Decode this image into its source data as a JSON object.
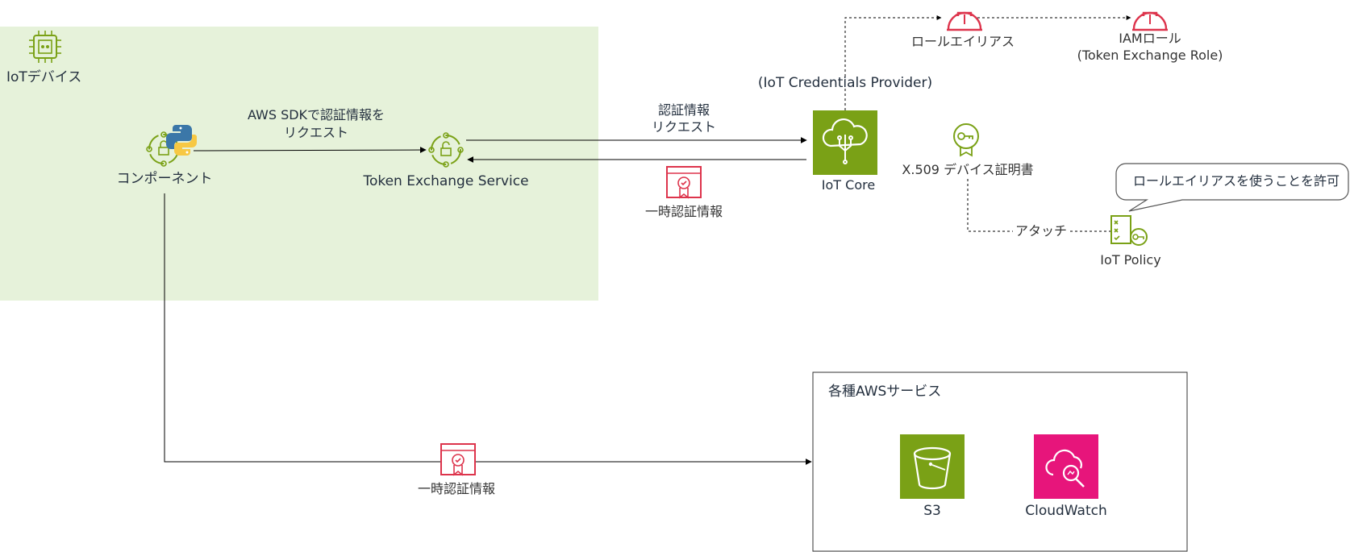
{
  "iot_device": {
    "title": "IoTデバイス",
    "component_label": "コンポーネント",
    "token_service_label": "Token Exchange Service",
    "sdk_request_line1": "AWS SDKで認証情報を",
    "sdk_request_line2": "リクエスト"
  },
  "credentials": {
    "request_line1": "認証情報",
    "request_line2": "リクエスト",
    "temp_credentials": "一時認証情報",
    "temp_credentials_bottom": "一時認証情報"
  },
  "iot_core": {
    "provider_label": "(IoT Credentials Provider)",
    "label": "IoT Core",
    "role_alias": "ロールエイリアス",
    "iam_role_line1": "IAMロール",
    "iam_role_line2": "(Token Exchange Role)",
    "certificate": "X.509 デバイス証明書",
    "attach": "アタッチ",
    "policy": "IoT Policy",
    "callout": "ロールエイリアスを使うことを許可"
  },
  "aws_services": {
    "title": "各種AWSサービス",
    "s3": "S3",
    "cloudwatch": "CloudWatch"
  },
  "colors": {
    "device_bg": "#e6f2da",
    "iot_green": "#7aa116",
    "security_red": "#dd344c",
    "cloudwatch_pink": "#e7157b",
    "line": "#000000"
  }
}
